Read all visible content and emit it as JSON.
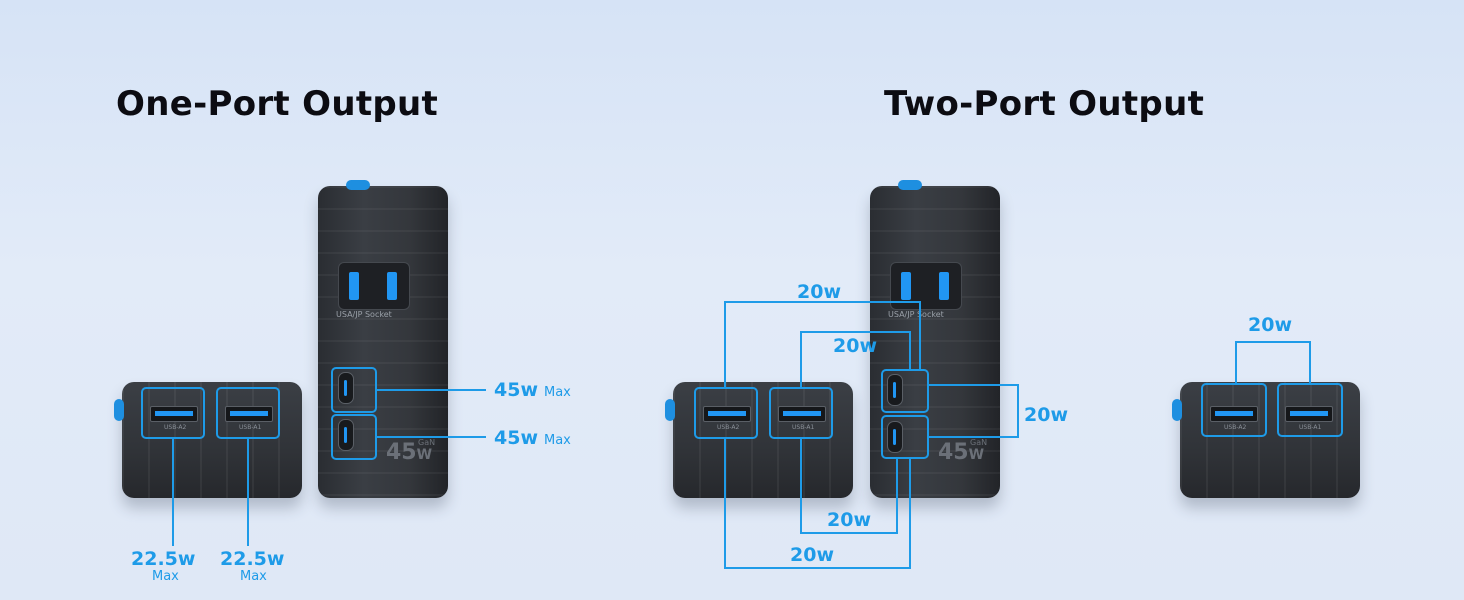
{
  "titles": {
    "one_port": "One-Port Output",
    "two_port": "Two-Port Output"
  },
  "device": {
    "socket_label": "USA/JP Socket",
    "brand_watt": "45",
    "brand_unit": "W",
    "brand_gan": "GaN",
    "usb_a1_label": "USB-A2",
    "usb_a2_label": "USB-A1"
  },
  "one_port": {
    "usbc1_watt": "45w",
    "usbc2_watt": "45w",
    "usba1_watt": "22.5w",
    "usba2_watt": "22.5w",
    "max_label": "Max"
  },
  "two_port": {
    "pair_c1_a1": "20w",
    "pair_c1_a2": "20w",
    "pair_c1_c2": "20w",
    "pair_c2_a2": "20w",
    "pair_c2_a1": "20w",
    "pair_a1_a2": "20w"
  },
  "colors": {
    "accent": "#1e9be8",
    "background": "#dbe6f6",
    "device_body": "#34373c"
  }
}
